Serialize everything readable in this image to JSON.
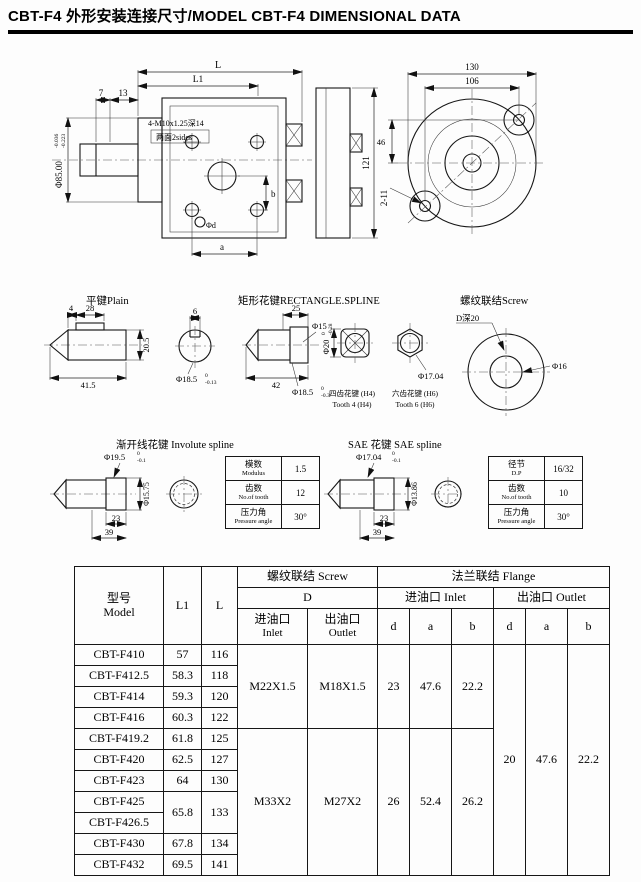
{
  "page": {
    "title": "CBT-F4 外形安装连接尺寸/MODEL CBT-F4 DIMENSIONAL DATA"
  },
  "main_view": {
    "dim_L": "L",
    "dim_L1": "L1",
    "dim_7": "7",
    "dim_13": "13",
    "flange_dia": "Φ85.00",
    "flange_tol_up": "-0.036",
    "flange_tol_low": "-0.223",
    "bolt_note": "4-M10x1.25深14",
    "bolt_note_2": "两面2sides",
    "dim_a": "a",
    "dim_b": "b",
    "port_label": "Φd",
    "dim_121": "121",
    "dim_130": "130",
    "dim_106": "106",
    "dim_46": "46",
    "holes_note": "2-11"
  },
  "plain_key": {
    "title": "平键Plain",
    "dim_4": "4",
    "dim_28": "28",
    "dim_41_5": "41.5",
    "dim_20_5": "20.5",
    "dim_6": "6",
    "shaft_dia": "Φ18.5",
    "tol_up": "0",
    "tol_low": "-0.13"
  },
  "rect_spline": {
    "title": "矩形花键RECTANGLE.SPLINE",
    "dim_25": "25",
    "dim_42": "42",
    "minor_dia": "Φ15",
    "shaft_dia": "Φ18.5",
    "shaft_tol_up": "0",
    "shaft_tol_low": "-0.3",
    "major_dia": "Φ20",
    "major_tol_up": "0",
    "major_tol_low": "-0.28",
    "six_tooth_dia": "Φ17.04",
    "four_tooth_zh": "四齿花键 (H4)",
    "four_tooth_en": "Tooth 4 (H4)",
    "six_tooth_zh": "六齿花键 (H6)",
    "six_tooth_en": "Tooth 6 (H6)"
  },
  "screw_conn": {
    "title": "螺纹联结Screw",
    "depth_note": "D深20",
    "inner_dia": "Φ16"
  },
  "involute_spline": {
    "title": "渐开线花键 Involute spline",
    "major_dia": "Φ19.5",
    "tol_up": "0",
    "tol_low": "-0.1",
    "minor_dia": "Φ15.75",
    "dim_23": "23",
    "dim_39": "39",
    "params": [
      {
        "zh": "模数",
        "en": "Modulus",
        "value": "1.5"
      },
      {
        "zh": "齿数",
        "en": "No.of tooth",
        "value": "12"
      },
      {
        "zh": "压力角",
        "en": "Pressure angle",
        "value": "30°"
      }
    ]
  },
  "sae_spline": {
    "title": "SAE 花键 SAE spline",
    "major_dia": "Φ17.04",
    "tol_up": "0",
    "tol_low": "-0.1",
    "minor_dia": "Φ13.86",
    "dim_23": "23",
    "dim_39": "39",
    "params": [
      {
        "zh": "径节",
        "en": "D.P",
        "value": "16/32"
      },
      {
        "zh": "齿数",
        "en": "No.of tooth",
        "value": "10"
      },
      {
        "zh": "压力角",
        "en": "Pressure angle",
        "value": "30°"
      }
    ]
  },
  "dim_table": {
    "header": {
      "model_zh": "型号",
      "model_en": "Model",
      "l1": "L1",
      "l": "L",
      "screw_group": "螺纹联结 Screw",
      "flange_group": "法兰联结 Flange",
      "d_span": "D",
      "inlet": "进油口 Inlet",
      "outlet": "出油口 Outlet",
      "port_in_zh": "进油口",
      "port_in_en": "Inlet",
      "port_out_zh": "出油口",
      "port_out_en": "Outlet",
      "d": "d",
      "a": "a",
      "b": "b"
    },
    "rows": [
      {
        "model": "CBT-F410",
        "l1": "57",
        "l": "116"
      },
      {
        "model": "CBT-F412.5",
        "l1": "58.3",
        "l": "118"
      },
      {
        "model": "CBT-F414",
        "l1": "59.3",
        "l": "120"
      },
      {
        "model": "CBT-F416",
        "l1": "60.3",
        "l": "122"
      },
      {
        "model": "CBT-F419.2",
        "l1": "61.8",
        "l": "125"
      },
      {
        "model": "CBT-F420",
        "l1": "62.5",
        "l": "127"
      },
      {
        "model": "CBT-F423",
        "l1": "64",
        "l": "130"
      },
      {
        "model": "CBT-F425",
        "l1": "65.8",
        "l": "133"
      },
      {
        "model": "CBT-F426.5"
      },
      {
        "model": "CBT-F430",
        "l1": "67.8",
        "l": "134"
      },
      {
        "model": "CBT-F432",
        "l1": "69.5",
        "l": "141"
      }
    ],
    "screw_small": {
      "inlet": "M22X1.5",
      "outlet": "M18X1.5"
    },
    "screw_large": {
      "inlet": "M33X2",
      "outlet": "M27X2"
    },
    "flange_inlet_small": {
      "d": "23",
      "a": "47.6",
      "b": "22.2"
    },
    "flange_inlet_large": {
      "d": "26",
      "a": "52.4",
      "b": "26.2"
    },
    "flange_outlet": {
      "d": "20",
      "a": "47.6",
      "b": "22.2"
    }
  }
}
